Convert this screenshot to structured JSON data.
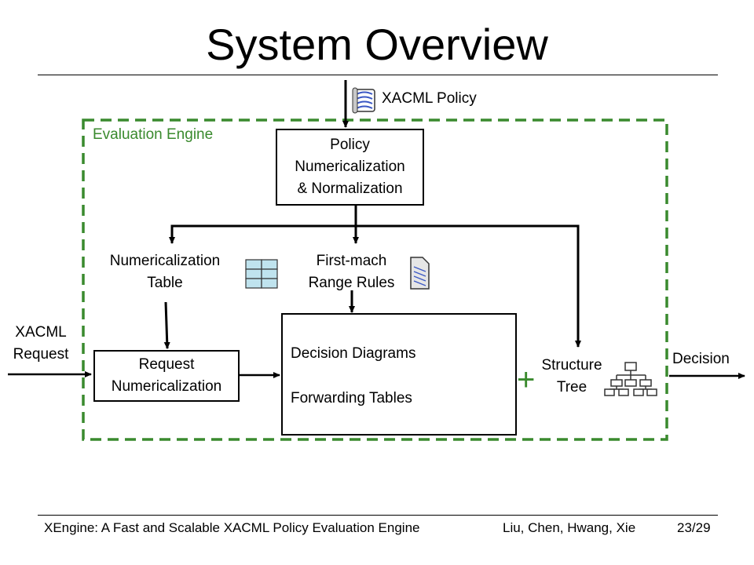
{
  "slide": {
    "title": "System Overview",
    "footer_left": "XEngine: A Fast and Scalable XACML Policy Evaluation Engine",
    "footer_authors": "Liu, Chen, Hwang, Xie",
    "page_number": "23/29"
  },
  "diagram": {
    "xacml_policy": "XACML Policy",
    "engine_label": "Evaluation Engine",
    "policy_box": [
      "Policy",
      "Numericalization",
      "& Normalization"
    ],
    "numericalization_table": [
      "Numericalization",
      "Table"
    ],
    "first_match_rules": [
      "First-mach",
      "Range Rules"
    ],
    "xacml_request": [
      "XACML",
      "Request"
    ],
    "request_box": [
      "Request",
      "Numericalization"
    ],
    "decision_diagrams": "Decision Diagrams",
    "forwarding_tables": "Forwarding Tables",
    "plus_sign": "+",
    "structure_tree": [
      "Structure",
      "Tree"
    ],
    "decision": "Decision",
    "accent_color": "#3a8a2e"
  }
}
